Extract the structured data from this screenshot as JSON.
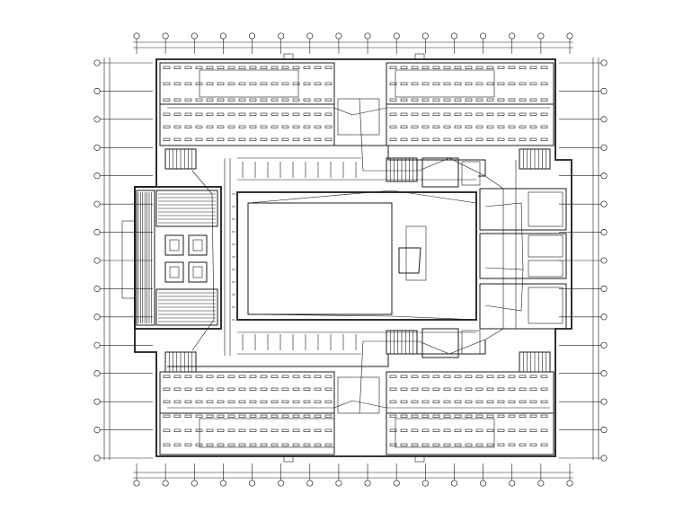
{
  "drawing": {
    "type": "floor-plan-electrical-layout",
    "background": "#ffffff",
    "line_color": "#1a1a1a",
    "axis_bubble_count_top": 16,
    "axis_bubble_count_bottom": 16,
    "axis_bubble_count_left": 15,
    "axis_bubble_count_right": 15
  }
}
